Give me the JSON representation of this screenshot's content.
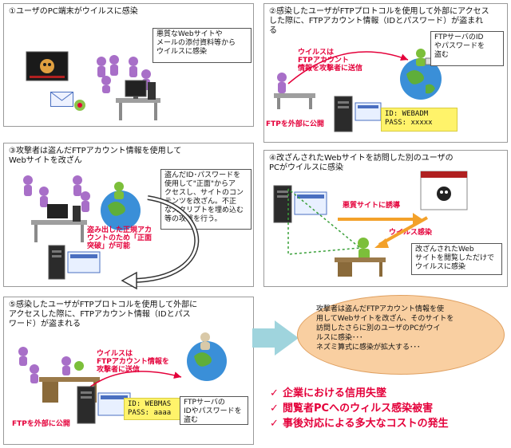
{
  "panels": {
    "p1": {
      "title": "①ユーザのPC端末がウイルスに感染",
      "note": "悪質なWebサイトや\nメールの添付資料等から\nウイルスに感染"
    },
    "p2": {
      "title": "②感染したユーザがFTPプロトコルを使用して外部にアクセス\nした際に、FTPアカウント情報（IDとパスワード）が盗まれ\nる",
      "red_label": "ウイルスは\nFTPアカウント\n情報を攻撃者に送信",
      "note": "FTPサーバのID\nやパスワードを\n盗む",
      "ftp_label": "FTPを外部に公開",
      "credentials": "ID: WEBADM\nPASS: xxxxx"
    },
    "p3": {
      "title": "③攻撃者は盗んだFTPアカウント情報を使用して\nWebサイトを改ざん",
      "note": "盗んだID･パスワードを\n使用して\"正面\"からア\nクセスし、サイトのコン\nテンツを改ざん。不正\nなスクリプトを埋め込む\n等の攻撃を行う。",
      "red_label": "盗み出した正規アカ\nウントのため「正面\n突破」が可能"
    },
    "p4": {
      "title": "④改ざんされたWebサイトを訪問した別のユーザの\nPCがウイルスに感染",
      "red_label1": "悪質サイトに誘導",
      "red_label2": "ウイルス感染",
      "note": "改ざんされたWeb\nサイトを閲覧しただけで\nウイルスに感染"
    },
    "p5": {
      "title": "⑤感染したユーザがFTPプロトコルを使用して外部に\nアクセスした際に、FTPアカウント情報（IDとパス\nワード）が盗まれる",
      "red_label": "ウイルスは\nFTPアカウント情報を\n攻撃者に送信",
      "credentials": "ID: WEBMAS\nPASS: aaaa",
      "note": "FTPサーバの\nIDやパスワードを\n盗む",
      "ftp_label": "FTPを外部に公開"
    }
  },
  "summary": {
    "oval_text": "攻撃者は盗んだFTPアカウント情報を使\n用してWebサイトを改ざん、そのサイトを\n訪問したさらに別のユーザのPCがウイ\nルスに感染･･･\nネズミ算式に感染が拡大する･･･",
    "bullets": [
      "企業における信用失墜",
      "閲覧者PCへのウィルス感染被害",
      "事後対応による多大なコストの発生"
    ],
    "check_glyph": "✓"
  },
  "colors": {
    "accent_red": "#e4003a",
    "credentials_bg": "#fff36a",
    "summary_oval": "#f9cfa1",
    "arrow_teal": "#9fd4dd",
    "devil_purple": "#a86fc8",
    "attacker_green": "#7cbf3a"
  }
}
